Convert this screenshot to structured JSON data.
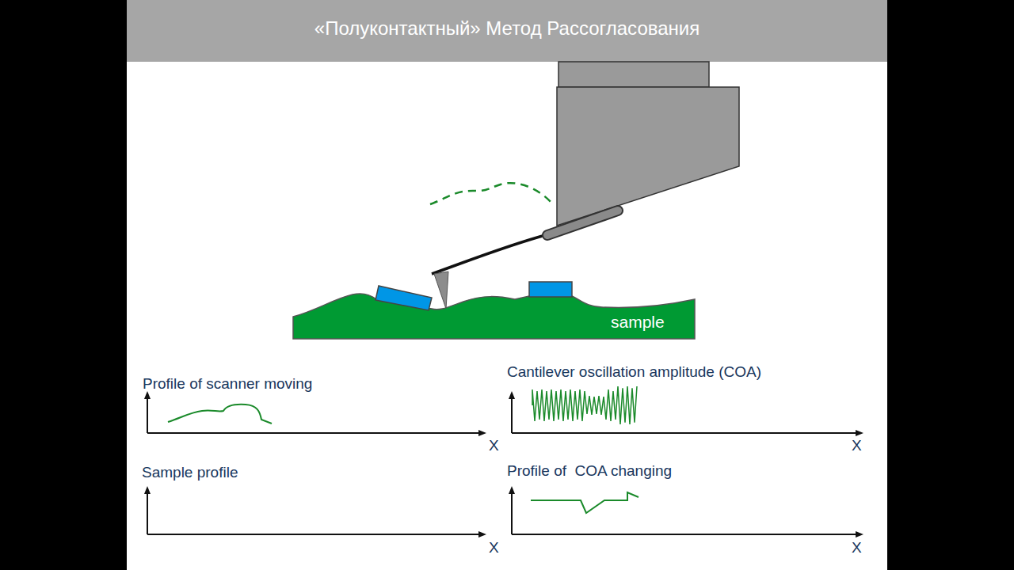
{
  "diagram": {
    "title": "«Полуконтактный» Метод Рассогласования",
    "labels": [
      "sample",
      "Profile of scanner moving",
      "Cantilever oscillation amplitude (COA)",
      "Sample profile",
      "Profile of  COA changing",
      "X",
      "X",
      "X",
      "X"
    ]
  }
}
